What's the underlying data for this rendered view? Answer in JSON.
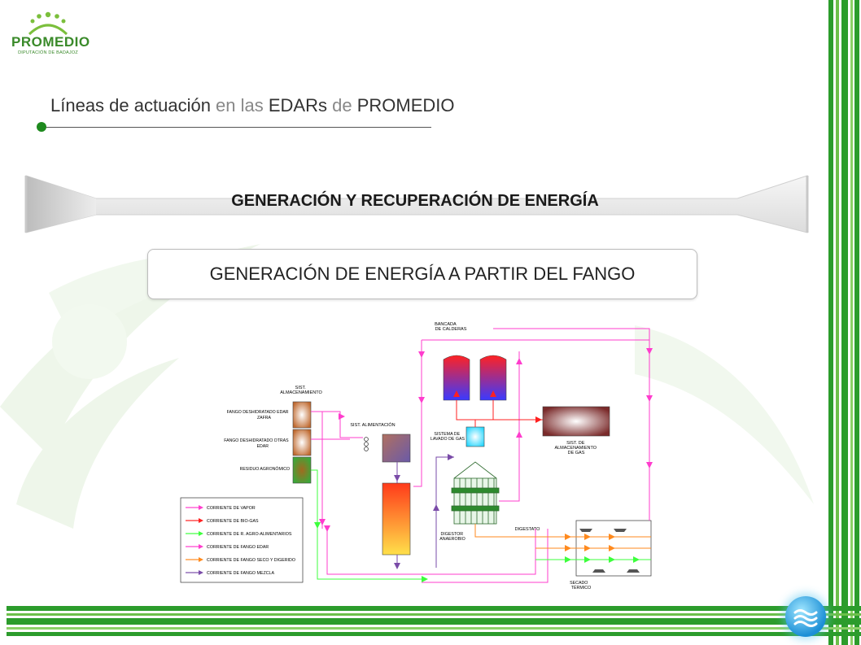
{
  "logo": {
    "name": "PROMEDIO",
    "subtitle": "DIPUTACIÓN DE BADAJOZ"
  },
  "header": {
    "title_parts": [
      "Líneas de actuación",
      " en las ",
      "EDARs",
      " de ",
      "PROMEDIO"
    ]
  },
  "banner": {
    "title": "GENERACIÓN Y RECUPERACIÓN DE ENERGÍA"
  },
  "section": {
    "title": "GENERACIÓN DE ENERGÍA A PARTIR DEL FANGO"
  },
  "diagram": {
    "labels": {
      "almacen": [
        "SIST.",
        "ALMACENAMIENTO"
      ],
      "fango_zafra": [
        "FANGO DESHIDRATADO EDAR",
        "ZAFRA"
      ],
      "fango_otras": [
        "FANGO DESHIDRATADO OTRAS",
        "EDAR"
      ],
      "residuo": [
        "RESIDUO AGRONÓMICO"
      ],
      "alimentacion": [
        "SIST. ALIMENTACIÓN"
      ],
      "calderas": [
        "BANCADA",
        "DE CALDERAS"
      ],
      "lavado": [
        "SISTEMA DE",
        "LAVADO DE GAS"
      ],
      "gas_store": [
        "SIST. DE",
        "ALMACENAMIENTO",
        "DE GAS"
      ],
      "digestor": [
        "DIGESTOR",
        "ANAEROBIO"
      ],
      "digestato": [
        "DIGESTATO"
      ],
      "secado": [
        "SECADO",
        "TÉRMICO"
      ]
    },
    "legend": [
      {
        "label": "CORRIENTE DE VAPOR",
        "color": "#ff3ccd"
      },
      {
        "label": "CORRIENTE DE BIO-GAS",
        "color": "#ff2020"
      },
      {
        "label": "CORRIENTE DE R. AGRO-ALIMENTARIOS",
        "color": "#3cff3c"
      },
      {
        "label": "CORRIENTE DE FANGO EDAR",
        "color": "#ff3ccd"
      },
      {
        "label": "CORRIENTE DE FANGO SECO Y DIGERIDO",
        "color": "#ff8a1e"
      },
      {
        "label": "CORRIENTE DE FANGO MEZCLA",
        "color": "#7a4ba8"
      }
    ],
    "colors": {
      "vapor": "#ff3ccd",
      "biogas": "#ff2020",
      "agro": "#3cff3c",
      "seco": "#ff8a1e",
      "mezcla": "#7a4ba8",
      "accent_green": "#1e8a1e"
    }
  }
}
